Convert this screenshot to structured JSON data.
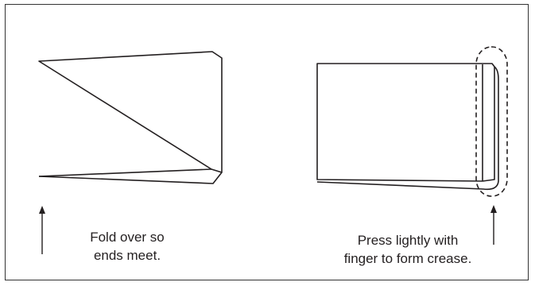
{
  "figure": {
    "left_caption": {
      "line1": "Fold over so",
      "line2": "ends meet."
    },
    "right_caption": {
      "line1": "Press lightly with",
      "line2": "finger to form crease."
    },
    "colors": {
      "stroke": "#231f20",
      "frame": "#333333",
      "background": "#ffffff"
    }
  }
}
